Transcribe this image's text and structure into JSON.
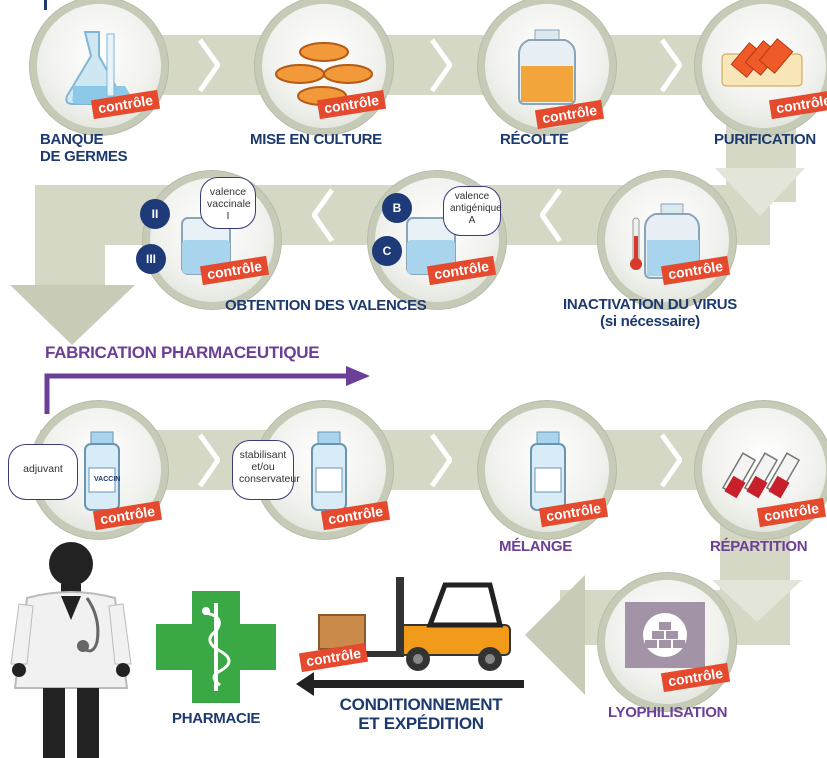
{
  "steps": [
    {
      "id": "banque",
      "label": "BANQUE\nDE GERMES",
      "control": "contrôle"
    },
    {
      "id": "culture",
      "label": "MISE EN CULTURE",
      "control": "contrôle"
    },
    {
      "id": "recolte",
      "label": "RÉCOLTE",
      "control": "contrôle"
    },
    {
      "id": "purification",
      "label": "PURIFICATION",
      "control": "contrôle"
    },
    {
      "id": "inactivation",
      "label": "INACTIVATION DU VIRUS",
      "sublabel": "(si nécessaire)",
      "control": "contrôle"
    },
    {
      "id": "valence_a",
      "label": "",
      "control": "contrôle"
    },
    {
      "id": "valences",
      "label": "OBTENTION DES VALENCES",
      "control": "contrôle"
    },
    {
      "id": "adjuvant",
      "label": "",
      "control": "contrôle"
    },
    {
      "id": "stabilisant",
      "label": "",
      "control": "contrôle"
    },
    {
      "id": "melange",
      "label": "MÉLANGE",
      "control": "contrôle"
    },
    {
      "id": "repartition",
      "label": "RÉPARTITION",
      "control": "contrôle"
    },
    {
      "id": "lyophilisation",
      "label": "LYOPHILISATION",
      "control": "contrôle"
    },
    {
      "id": "conditionnement",
      "label": "CONDITIONNEMENT\nET EXPÉDITION",
      "control": "contrôle"
    }
  ],
  "section_title": "FABRICATION PHARMACEUTIQUE",
  "bubbles": {
    "valence_vaccinale": "valence vaccinale I",
    "valence_antigenique": "valence antigénique A",
    "adjuvant": "adjuvant",
    "stabilisant": "stabilisant et/ou conservateur"
  },
  "markers": {
    "ii": "II",
    "iii": "III",
    "b": "B",
    "c": "C"
  },
  "vial_text": "VACCIN",
  "pharmacie": "PHARMACIE",
  "colors": {
    "band": "#d5d8c5",
    "navy": "#1d3a6e",
    "purple": "#6c3f96",
    "control": "#e64a2e",
    "green": "#3aa844"
  }
}
